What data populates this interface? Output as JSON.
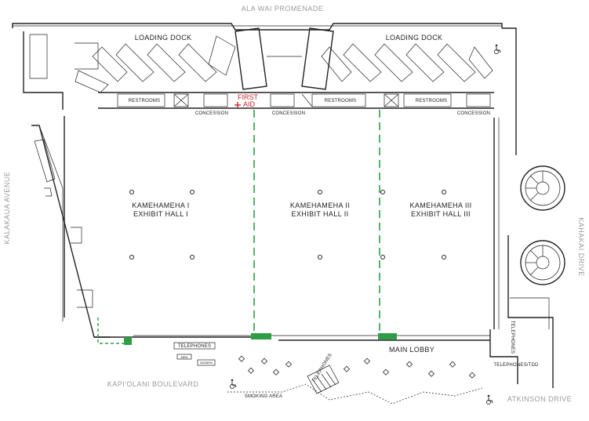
{
  "streets": {
    "north": "ALA WAI PROMENADE",
    "west": "KALAKAUA AVENUE",
    "east": "KAHAKAI DRIVE",
    "south_west": "KAPI'OLANI BOULEVARD",
    "south_east": "ATKINSON DRIVE"
  },
  "areas": {
    "loading_dock_left": "LOADING DOCK",
    "loading_dock_right": "LOADING DOCK",
    "first_aid_line1": "FIRST",
    "first_aid_line2": "AID",
    "restrooms_1": "RESTROOMS",
    "restrooms_2": "RESTROOMS",
    "restrooms_3": "RESTROOMS",
    "concession_1": "CONCESSION",
    "concession_2": "CONCESSION",
    "concession_3": "CONCESSION",
    "main_lobby": "MAIN LOBBY",
    "telephones_1": "TELEPHONES",
    "telephones_2": "TELEPHONES",
    "telephones_3": "TELEPHONES",
    "telephones_tdd": "TELEPHONES/TDD",
    "smoking_area": "SMOKING AREA",
    "men": "MEN",
    "women": "WOMEN"
  },
  "halls": [
    {
      "line1": "KAMEHAMEHA I",
      "line2": "EXHIBIT HALL I"
    },
    {
      "line1": "KAMEHAMEHA II",
      "line2": "EXHIBIT HALL II"
    },
    {
      "line1": "KAMEHAMEHA III",
      "line2": "EXHIBIT HALL III"
    }
  ],
  "colors": {
    "walls": "#222222",
    "partition": "#2e9e46",
    "first_aid": "#d0202a",
    "street_text": "#9a9a9a"
  },
  "icons": [
    "accessible-icon",
    "accessible-icon",
    "accessible-icon"
  ]
}
